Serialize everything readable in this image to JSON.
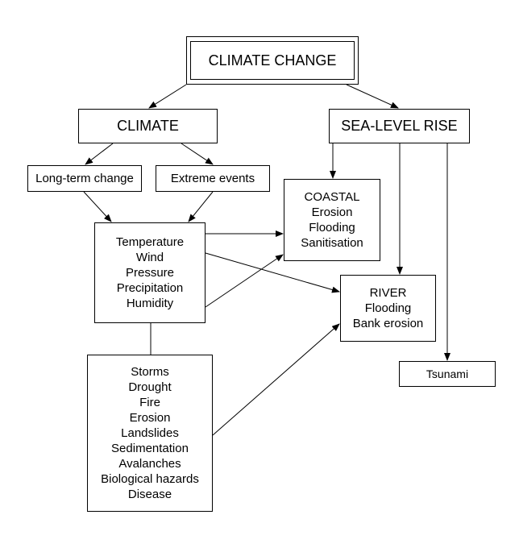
{
  "title": "CLIMATE CHANGE",
  "climate": "CLIMATE",
  "sea_level_rise": "SEA-LEVEL RISE",
  "long_term_change": "Long-term change",
  "extreme_events": "Extreme events",
  "variables": [
    "Temperature",
    "Wind",
    "Pressure",
    "Precipitation",
    "Humidity"
  ],
  "coastal": [
    "COASTAL",
    "Erosion",
    "Flooding",
    "Sanitisation"
  ],
  "river": [
    "RIVER",
    "Flooding",
    "Bank erosion"
  ],
  "tsunami": "Tsunami",
  "hazards": [
    "Storms",
    "Drought",
    "Fire",
    "Erosion",
    "Landslides",
    "Sedimentation",
    "Avalanches",
    "Biological hazards",
    "Disease"
  ]
}
